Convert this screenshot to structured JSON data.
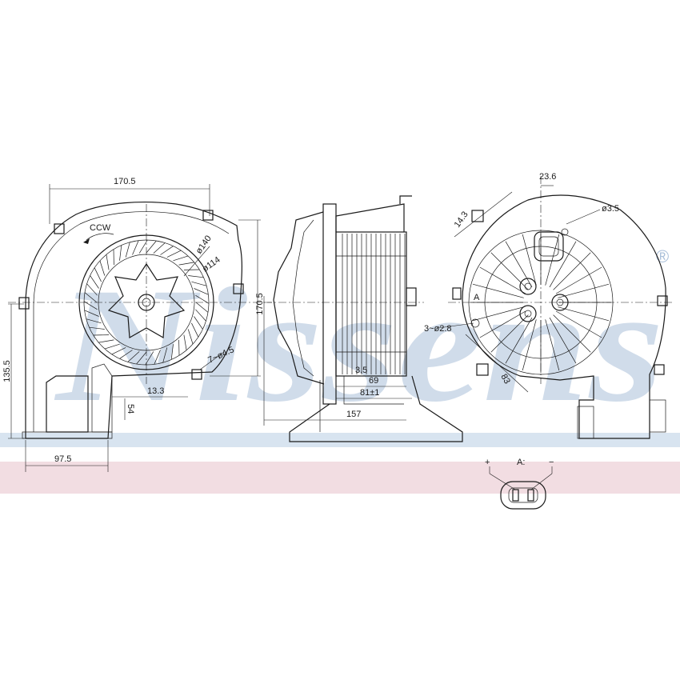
{
  "watermark": {
    "text": "Nissens",
    "registered_mark": "®",
    "color": "#a9bfd9"
  },
  "band_colors": {
    "blue": "#d8e4f0",
    "pink": "#f2dde2"
  },
  "front_view": {
    "dim_width_top": "170.5",
    "dim_height_right": "170.5",
    "dim_height_left": "135.5",
    "dim_base_width": "97.5",
    "dim_offset": "13.3",
    "dim_small_vertical": "54",
    "dim_outer_diameter": "ø140",
    "dim_inner_diameter": "ø114",
    "dim_mount_holes": "7~ø4.5",
    "rotation": "CCW"
  },
  "side_view": {
    "dim_a": "3.5",
    "dim_b": "69",
    "dim_c": "81±1",
    "dim_overall": "157"
  },
  "rear_view": {
    "dim_angle_top": "23.6",
    "dim_left_slant": "14.3",
    "dim_hole": "ø3.5",
    "dim_screws": "3~ø2.8",
    "dim_bottom_slant": "83",
    "label_a": "A"
  },
  "connector": {
    "plus": "+",
    "minus": "−",
    "label": "A:"
  }
}
